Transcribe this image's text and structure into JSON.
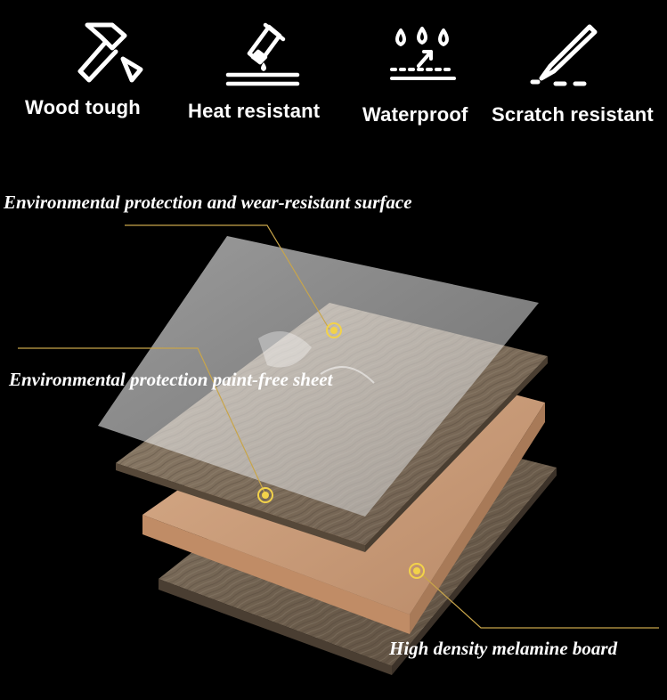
{
  "features": [
    {
      "label": "Wood tough",
      "icon": "hammer-icon"
    },
    {
      "label": "Heat resistant",
      "icon": "test-tube-icon"
    },
    {
      "label": "Waterproof",
      "icon": "water-drops-icon"
    },
    {
      "label": "Scratch resistant",
      "icon": "knife-icon"
    }
  ],
  "callouts": {
    "surface": "Environmental protection and wear-resistant surface",
    "sheet": "Environmental protection paint-free sheet",
    "board": "High density melamine board"
  },
  "colors": {
    "background": "#000000",
    "text": "#ffffff",
    "callout_line": "#c8a54a",
    "callout_marker": "#f2d24a",
    "dark_wood": "#7a6a58",
    "mdf_core": "#c69a78",
    "clear_layer": "#d8d8d8"
  }
}
